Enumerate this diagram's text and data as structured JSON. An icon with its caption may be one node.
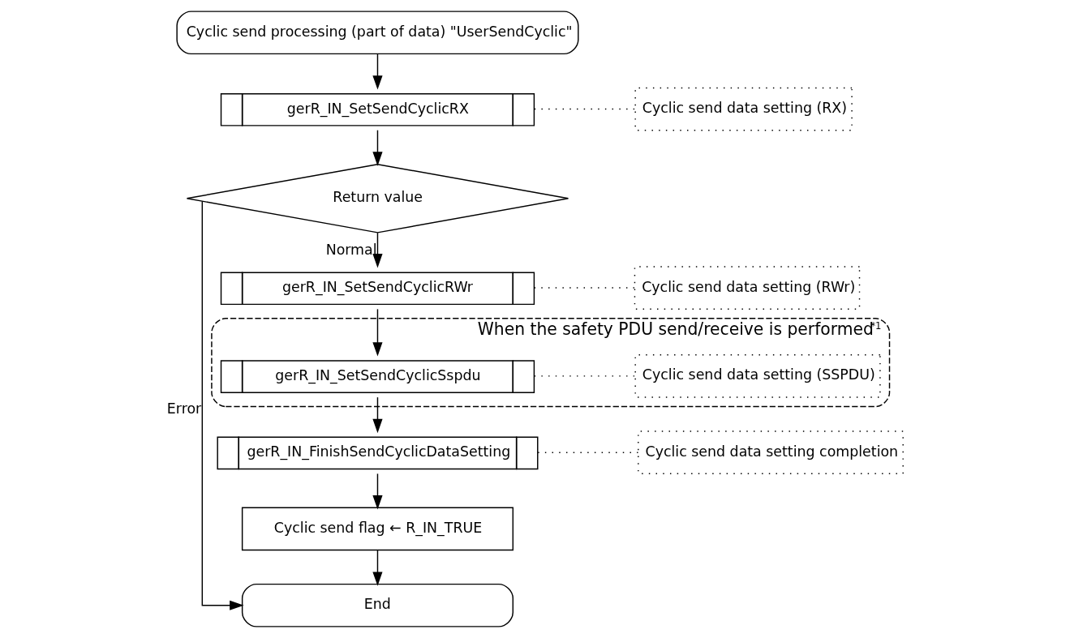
{
  "diagram": {
    "nodes": [
      {
        "text": [
          "Cyclic send processing (part of data) \"UserSendCyclic\""
        ]
      },
      {
        "text": [
          "gerR_IN_SetSendCyclicRX"
        ]
      },
      {
        "text": [
          "Cyclic send data setting (RX)"
        ]
      },
      {
        "text": [
          "Return value"
        ]
      },
      {
        "text": [
          "gerR_IN_SetSendCyclicRWr"
        ]
      },
      {
        "text": [
          "Cyclic send data setting (RWr)"
        ]
      },
      {
        "text": [
          "When the safety PDU send/receive is performed$^{*1}$"
        ]
      },
      {
        "text": [
          "gerR_IN_SetSendCyclicSspdu"
        ],
        "in": 6
      },
      {
        "text": [
          "Cyclic send data setting (SSPDU)"
        ],
        "in": 6
      },
      {
        "text": [
          "gerR_IN_FinishSendCyclicDataSetting"
        ]
      },
      {
        "text": [
          "Cyclic send data setting completion"
        ]
      },
      {
        "text": [
          "Cyclic send flag ← R_IN_TRUE"
        ]
      },
      {
        "text": [
          "End"
        ]
      }
    ],
    "edges": [
      {
        "from": 0,
        "to": 1,
        "arrow": "to"
      },
      {
        "from": 1,
        "to": 2,
        "arrow": "none",
        "style": "dashed"
      },
      {
        "from": 1,
        "to": 3,
        "arrow": "to"
      },
      {
        "from": 3,
        "to": 4,
        "arrow": "to",
        "label": "Normal"
      },
      {
        "from": 4,
        "to": 5,
        "arrow": "none",
        "style": "dashed"
      },
      {
        "from": 4,
        "to": 7,
        "arrow": "to"
      },
      {
        "from": 7,
        "to": 8,
        "arrow": "none",
        "style": "dashed"
      },
      {
        "from": 7,
        "to": 9,
        "arrow": "to"
      },
      {
        "from": 9,
        "to": 10,
        "arrow": "none",
        "style": "dashed"
      },
      {
        "from": 9,
        "to": 11,
        "arrow": "to"
      },
      {
        "from": 11,
        "to": 12,
        "arrow": "to"
      },
      {
        "from": 3,
        "to": 12,
        "arrow": "to",
        "label": "Error"
      }
    ]
  }
}
